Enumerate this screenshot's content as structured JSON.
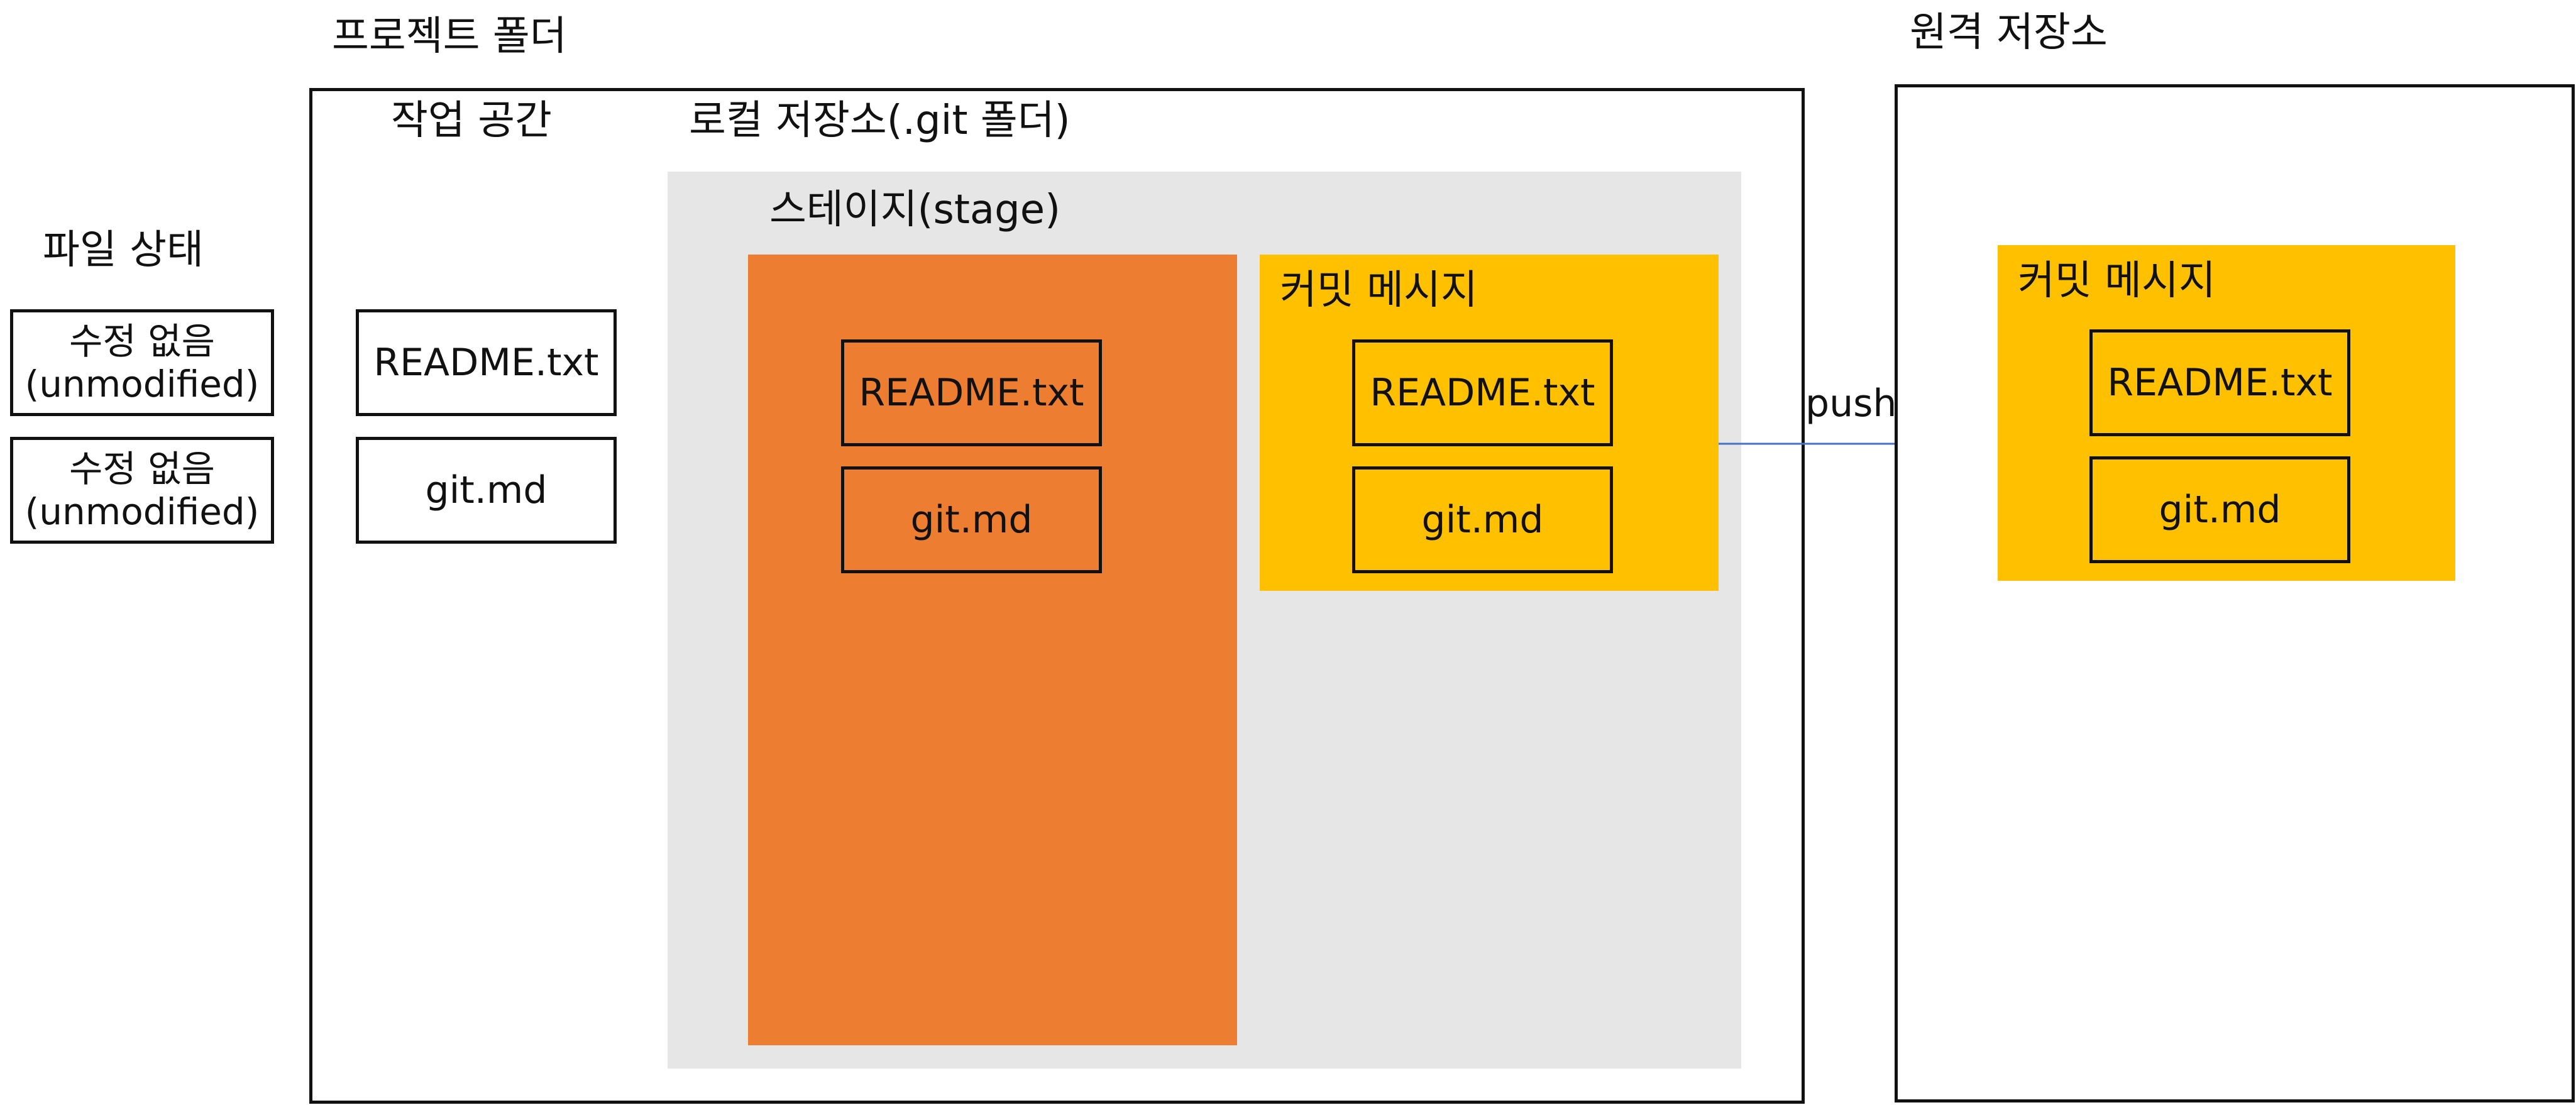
{
  "colors": {
    "stage_area": "#e7e6e6",
    "staged_box": "#ed7d31",
    "commit_box": "#ffc000",
    "arrow": "#4472c4"
  },
  "labels": {
    "project_folder": "프로젝트 폴더",
    "remote_repo": "원격 저장소",
    "workspace": "작업 공간",
    "local_repo": "로컬 저장소(.git 폴더)",
    "file_status": "파일 상태",
    "stage": "스테이지(stage)",
    "commit_message_local": "커밋 메시지",
    "commit_message_remote": "커밋 메시지",
    "push": "push"
  },
  "file_status": [
    {
      "line1": "수정 없음",
      "line2": "(unmodified)"
    },
    {
      "line1": "수정 없음",
      "line2": "(unmodified)"
    }
  ],
  "workspace_files": [
    "README.txt",
    "git.md"
  ],
  "stage_files": [
    "README.txt",
    "git.md"
  ],
  "local_commit_files": [
    "README.txt",
    "git.md"
  ],
  "remote_commit_files": [
    "README.txt",
    "git.md"
  ]
}
